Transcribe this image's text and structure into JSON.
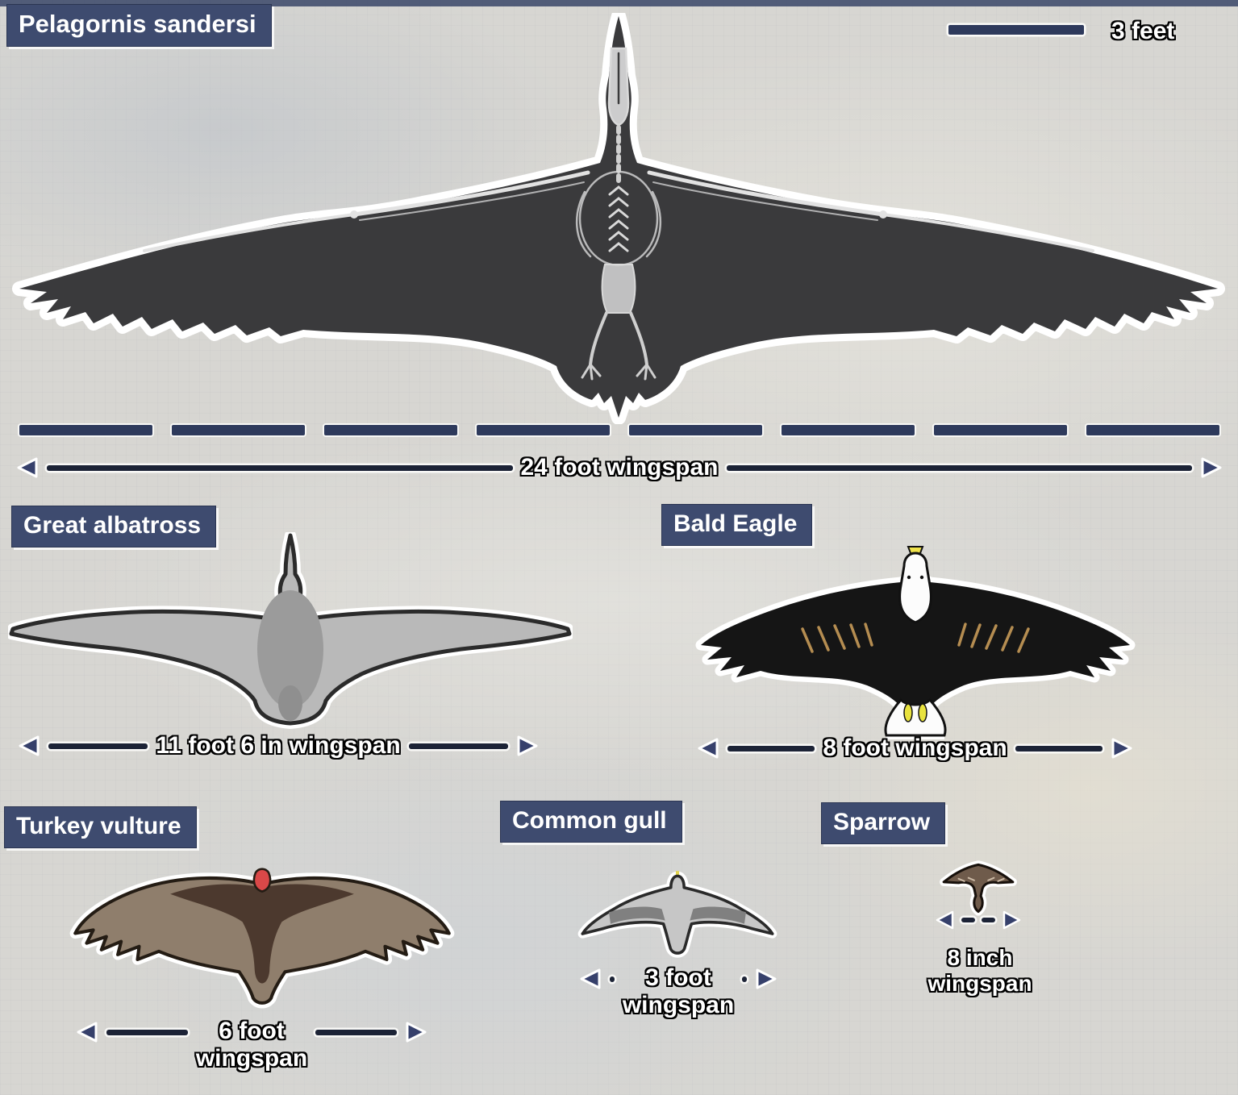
{
  "scale": {
    "bar_label": "3 feet",
    "ruler_segments": 8
  },
  "pelagornis": {
    "label": "Pelagornis sandersi",
    "wingspan": "24 foot wingspan"
  },
  "albatross": {
    "label": "Great albatross",
    "wingspan": "11 foot 6 in wingspan"
  },
  "eagle": {
    "label": "Bald Eagle",
    "wingspan": "8 foot wingspan"
  },
  "vulture": {
    "label": "Turkey vulture",
    "wingspan_value": "6 foot",
    "wingspan_word": "wingspan"
  },
  "gull": {
    "label": "Common gull",
    "wingspan_value": "3 foot",
    "wingspan_word": "wingspan"
  },
  "sparrow": {
    "label": "Sparrow",
    "wingspan_value": "8 inch",
    "wingspan_word": "wingspan"
  },
  "colors": {
    "label_background": "#3e4b6f",
    "measure_line": "#1c2336",
    "arrowhead": "#36406b",
    "ruler_segment": "#2e3a5c",
    "pelagornis_body": "#3a3a3c",
    "skeleton": "#d9d9d9",
    "albatross_body": "#b9b9b9",
    "albatross_torso": "#9b9b9b",
    "eagle_body": "#151515",
    "eagle_head": "#fcfcfc",
    "eagle_beak": "#efe24a",
    "eagle_streaks": "#c79a58",
    "vulture_outer": "#8f7e6c",
    "vulture_inner": "#4c392e",
    "vulture_head": "#d94848",
    "gull_body": "#c6c6c6",
    "gull_wing_patch": "#808080",
    "sparrow_body": "#6f5b4b"
  }
}
